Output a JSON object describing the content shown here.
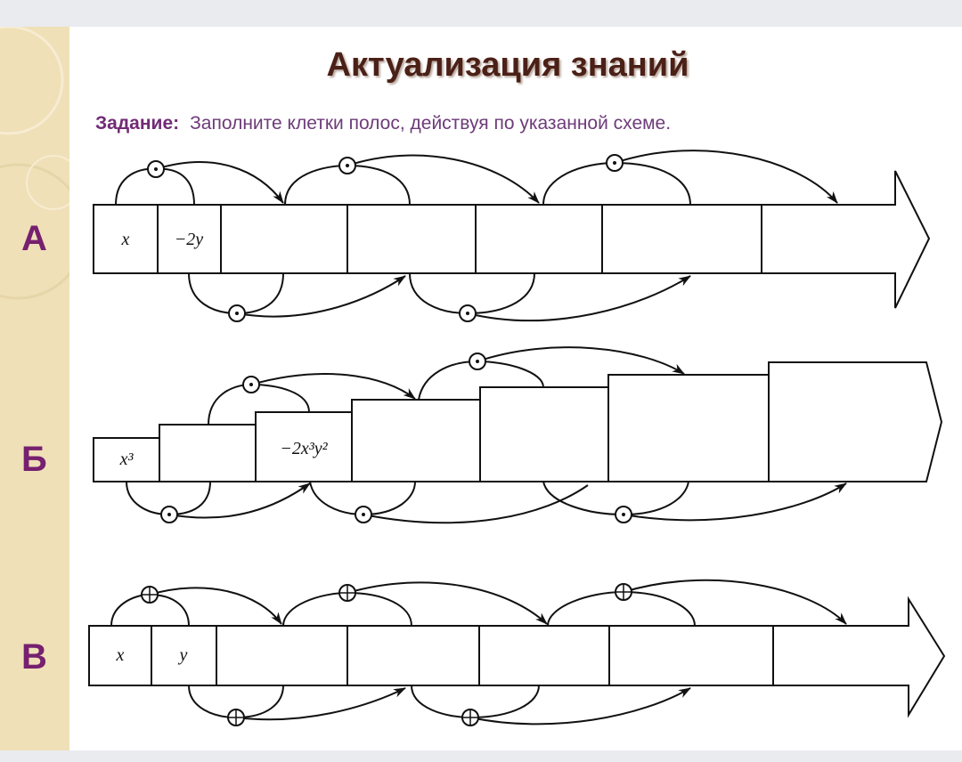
{
  "title": "Актуализация знаний",
  "task": {
    "label": "Задание:",
    "text": "Заполните клетки полос, действуя по указанной схеме."
  },
  "strips": [
    {
      "letter": "А",
      "operator": "·",
      "cells": [
        "x",
        "−2y",
        "",
        "",
        "",
        "",
        ""
      ]
    },
    {
      "letter": "Б",
      "operator": "·",
      "cells": [
        "x³",
        "",
        "−2x³y²",
        "",
        "",
        "",
        ""
      ]
    },
    {
      "letter": "В",
      "operator": "+",
      "cells": [
        "x",
        "y",
        "",
        "",
        "",
        "",
        ""
      ]
    }
  ],
  "colors": {
    "title": "#4b2016",
    "task": "#6d3b79",
    "letters": "#76206f",
    "strip": "#efe0b8"
  }
}
